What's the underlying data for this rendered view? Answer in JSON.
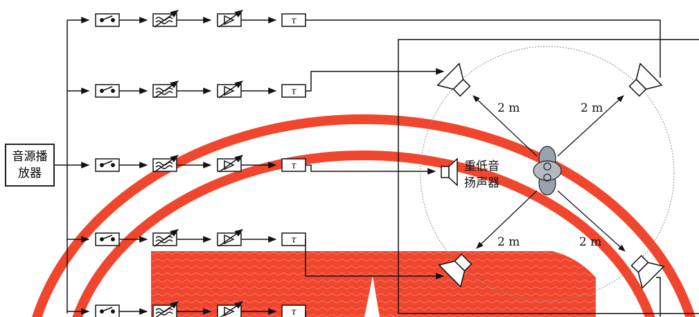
{
  "source": {
    "line1": "音源播",
    "line2": "放器"
  },
  "channels": [
    {
      "delay": "τ"
    },
    {
      "delay": "τ"
    },
    {
      "delay": "τ"
    },
    {
      "delay": "τ"
    },
    {
      "delay": "τ"
    }
  ],
  "subwoofer": {
    "line1": "重低音",
    "line2": "扬声器"
  },
  "distances": [
    "2 m",
    "2 m",
    "2 m",
    "2 m"
  ],
  "colors": {
    "watermark": "#f0462e",
    "line": "#111111",
    "listener": "#9aa3ad",
    "circle": "#9a9a9a"
  }
}
